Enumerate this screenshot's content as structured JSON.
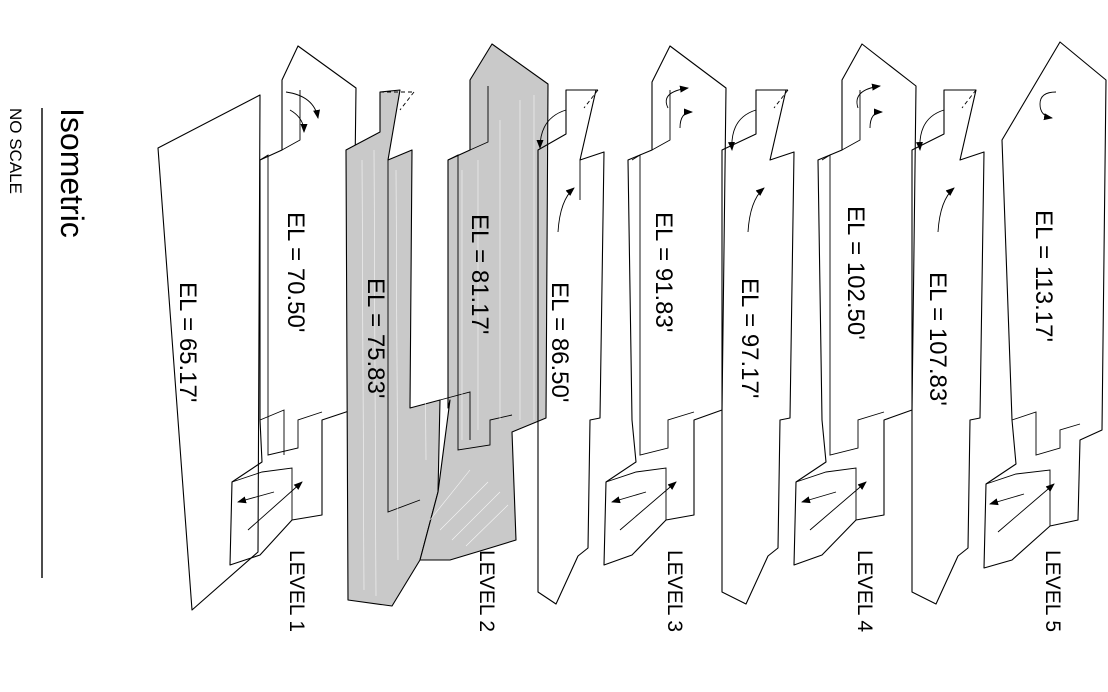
{
  "title": "Isometric",
  "subtitle": "NO SCALE",
  "levels": [
    {
      "label": "LEVEL 1",
      "el_left": "EL = 65.17'",
      "el_right": "EL = 70.50'"
    },
    {
      "label": "LEVEL 2",
      "el_left": "EL = 75.83'",
      "el_right": "EL = 81.17'"
    },
    {
      "label": "LEVEL 3",
      "el_left": "EL = 86.50'",
      "el_right": "EL = 91.83'"
    },
    {
      "label": "LEVEL 4",
      "el_left": "EL = 97.17'",
      "el_right": "EL = 102.50'"
    },
    {
      "label": "LEVEL 5",
      "el_left": "EL = 107.83'",
      "el_right": "EL = 113.17'"
    }
  ],
  "highlighted_level": "LEVEL 2",
  "colors": {
    "line": "#000000",
    "highlight_fill": "#c9c9c9",
    "background": "#ffffff"
  },
  "icons": [
    "up-ramp-arrow-icon",
    "down-ramp-arrow-icon",
    "turn-arrow-icon",
    "u-turn-arrow-icon"
  ]
}
